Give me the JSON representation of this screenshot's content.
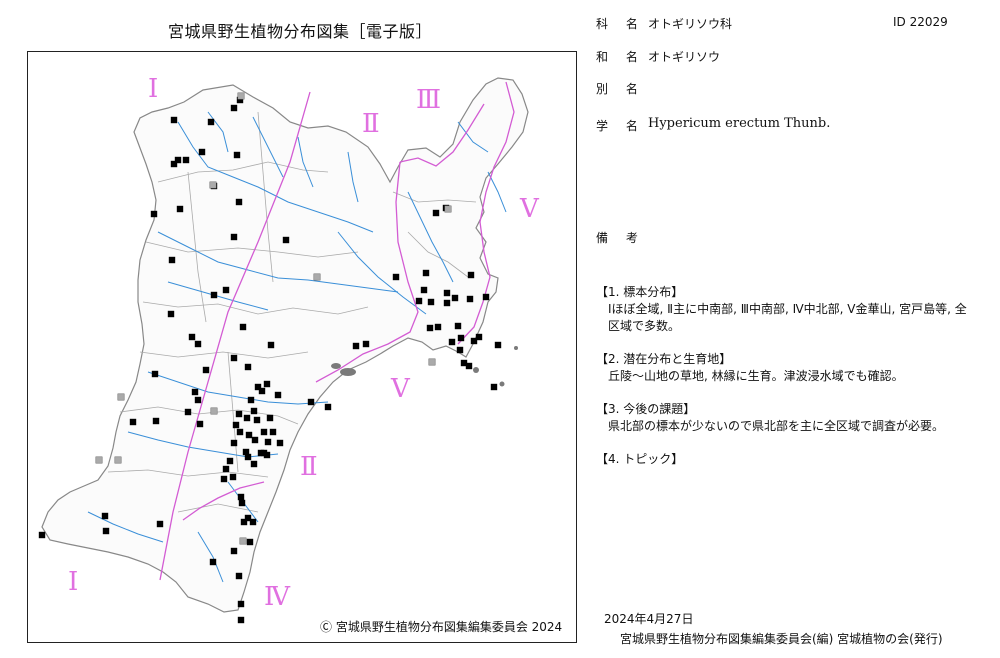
{
  "map": {
    "title": "宮城県野生植物分布図集［電子版］",
    "copyright": "Ⓒ 宮城県野生植物分布図集編集委員会  2024",
    "region_labels": [
      {
        "id": "I-north",
        "text": "Ⅰ"
      },
      {
        "id": "II-north",
        "text": "Ⅱ"
      },
      {
        "id": "III",
        "text": "Ⅲ"
      },
      {
        "id": "V-east",
        "text": "Ⅴ"
      },
      {
        "id": "V-south",
        "text": "Ⅴ"
      },
      {
        "id": "II-south",
        "text": "Ⅱ"
      },
      {
        "id": "I-south",
        "text": "Ⅰ"
      },
      {
        "id": "IV",
        "text": "Ⅳ"
      }
    ],
    "colors": {
      "rivers": "#3a8fd8",
      "boundary": "#d35cd3",
      "region_label": "#e070e0",
      "specimen": "#000000",
      "potential": "#aaaaaa",
      "outline": "#888888",
      "coast_islands": "#7a7a7a"
    }
  },
  "species": {
    "family_label": "科 名",
    "family_value": "オトギリソウ科",
    "id_text": "ID 22029",
    "japanese_label": "和 名",
    "japanese_value": "オトギリソウ",
    "alias_label": "別 名",
    "alias_value": "",
    "scientific_label": "学 名",
    "scientific_value": "Hypericum erectum Thunb.",
    "remarks_label": "備 考"
  },
  "notes": [
    {
      "heading": "【1. 標本分布】",
      "body": "Ⅰほぼ全域, Ⅱ主に中南部, Ⅲ中南部, Ⅳ中北部, Ⅴ金華山, 宮戸島等, 全区域で多数。"
    },
    {
      "heading": "【2. 潜在分布と生育地】",
      "body": "丘陵～山地の草地, 林縁に生育。津波浸水域でも確認。"
    },
    {
      "heading": "【3. 今後の課題】",
      "body": "県北部の標本が少ないので県北部を主に全区域で調査が必要。"
    },
    {
      "heading": "【4. トピック】",
      "body": ""
    }
  ],
  "footer": {
    "date": "2024年4月27日",
    "publisher": "宮城県野生植物分布図集編集委員会(編)  宮城植物の会(発行)"
  }
}
